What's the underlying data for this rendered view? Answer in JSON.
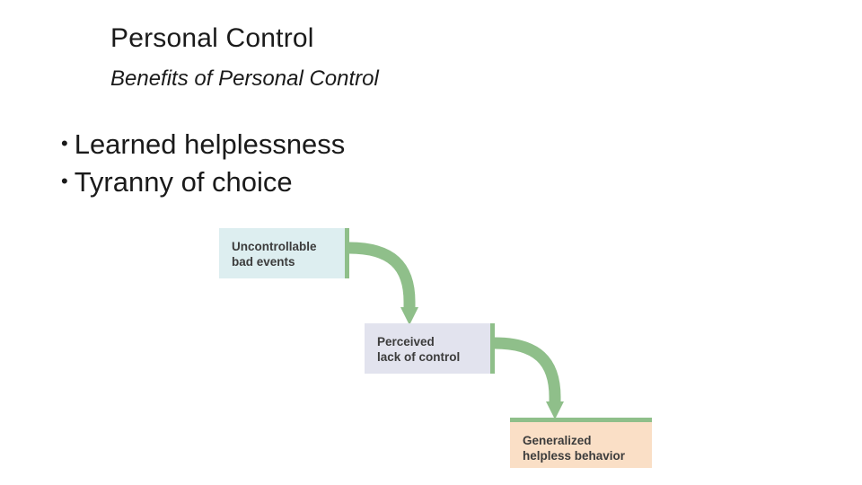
{
  "slide": {
    "title": "Personal Control",
    "subtitle": "Benefits of Personal Control",
    "bullet_marker": "•",
    "bullets": [
      {
        "text": "Learned helplessness"
      },
      {
        "text": "Tyranny of choice"
      }
    ]
  },
  "diagram": {
    "type": "flow",
    "arrow_color": "#8fbf8a",
    "nodes": [
      {
        "id": "node-1",
        "line1": "Uncontrollable",
        "line2": "bad events",
        "fill": "#ddeef0"
      },
      {
        "id": "node-2",
        "line1": "Perceived",
        "line2": "lack of control",
        "fill": "#e2e3ee"
      },
      {
        "id": "node-3",
        "line1": "Generalized",
        "line2": "helpless behavior",
        "fill": "#fadfc6"
      }
    ]
  }
}
